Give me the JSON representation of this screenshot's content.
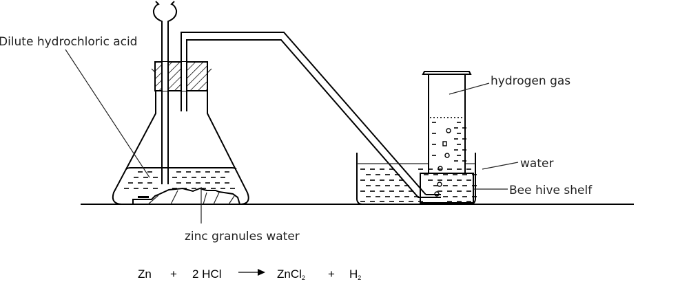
{
  "labels": {
    "acid": "Dilute hydrochloric acid",
    "hydrogen": "hydrogen gas",
    "water": "water",
    "shelf": "Bee hive shelf",
    "zinc": "zinc granules water"
  },
  "equation": {
    "reactant1": "Zn",
    "plus1": "+",
    "reactant2": "2 HCl",
    "product1": "ZnCl",
    "product1_sub": "2",
    "plus2": "+",
    "product2": "H",
    "product2_sub": "2"
  }
}
